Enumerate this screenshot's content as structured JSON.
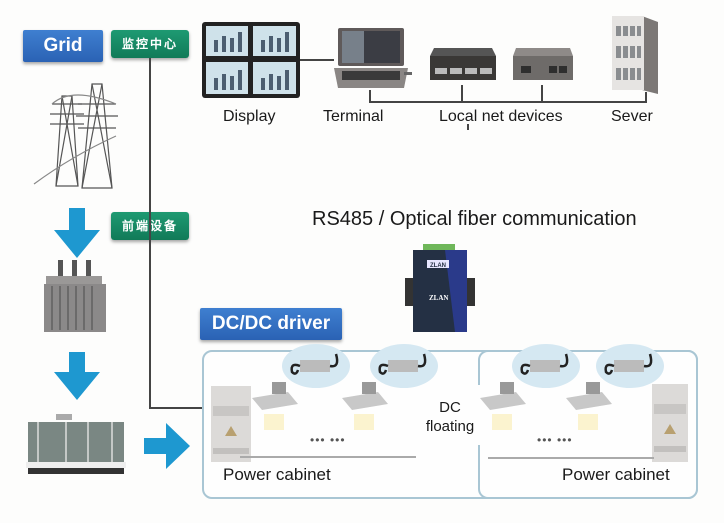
{
  "tags": {
    "grid": "Grid",
    "monitoring_center": "监控中心",
    "front_end_equipment": "前端设备",
    "dcdc_driver": "DC/DC driver"
  },
  "network": {
    "title": "RS485 / Optical fiber communication",
    "devices": [
      {
        "label": "Display",
        "icon": "display-wall-icon"
      },
      {
        "label": "Terminal",
        "icon": "laptop-icon"
      },
      {
        "label": "Local net devices",
        "icon": "network-switch-icon"
      },
      {
        "label": "Sever",
        "icon": "server-icon"
      }
    ]
  },
  "power_chain": [
    {
      "icon": "transmission-tower-icon"
    },
    {
      "icon": "transformer-icon"
    },
    {
      "icon": "air-handling-unit-icon"
    }
  ],
  "converter": {
    "brand": "ZLAN",
    "icon": "serial-converter-icon"
  },
  "cabinets": [
    {
      "label": "Power cabinet",
      "ellipsis": "••• •••"
    },
    {
      "label": "Power cabinet",
      "ellipsis": "••• •••"
    }
  ],
  "dc_floating": {
    "line1": "DC",
    "line2": "floating"
  },
  "colors": {
    "blue_tag": "#2f6cbf",
    "green_tag": "#15885f",
    "arrow": "#1e98d0",
    "panel_border": "#a9c6d4"
  }
}
